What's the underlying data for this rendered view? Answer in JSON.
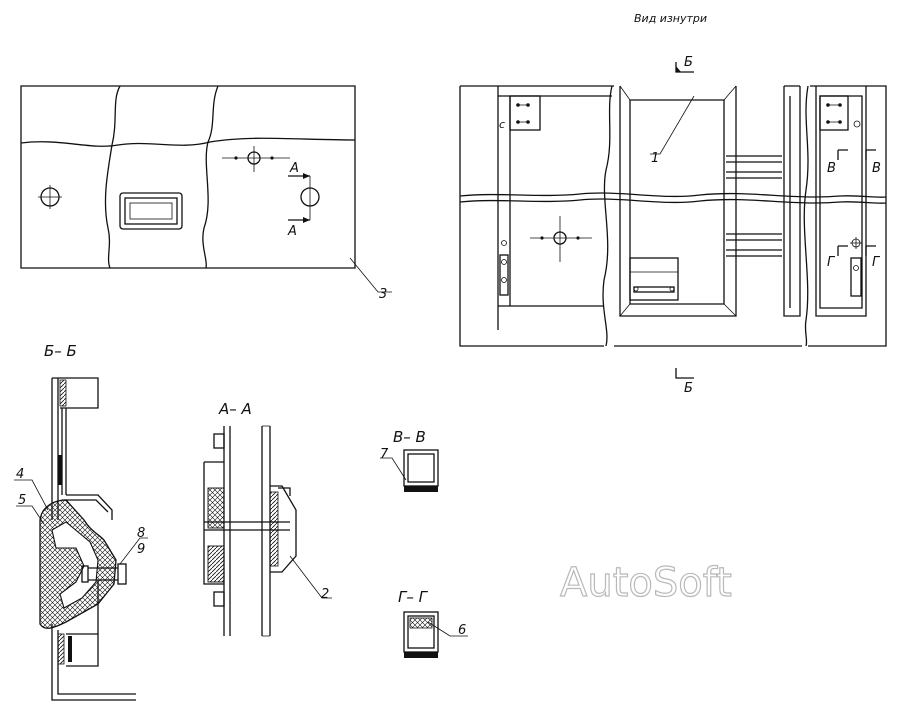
{
  "labels": {
    "view_inside": "Вид изнутри",
    "section_bb": "Б– Б",
    "section_aa": "А– А",
    "section_vv": "В– В",
    "section_gg": "Г– Г",
    "cut_b": "Б",
    "cut_a": "А",
    "cut_v": "В",
    "cut_g": "Г",
    "part_1": "1",
    "part_2": "2",
    "part_3": "3",
    "part_4": "4",
    "part_5": "5",
    "part_6": "6",
    "part_7": "7",
    "part_8": "8",
    "part_9": "9"
  },
  "watermark": "AutoSoft",
  "colors": {
    "line": "#111111",
    "watermark_outline": "#b9b9b9",
    "background": "#ffffff"
  }
}
